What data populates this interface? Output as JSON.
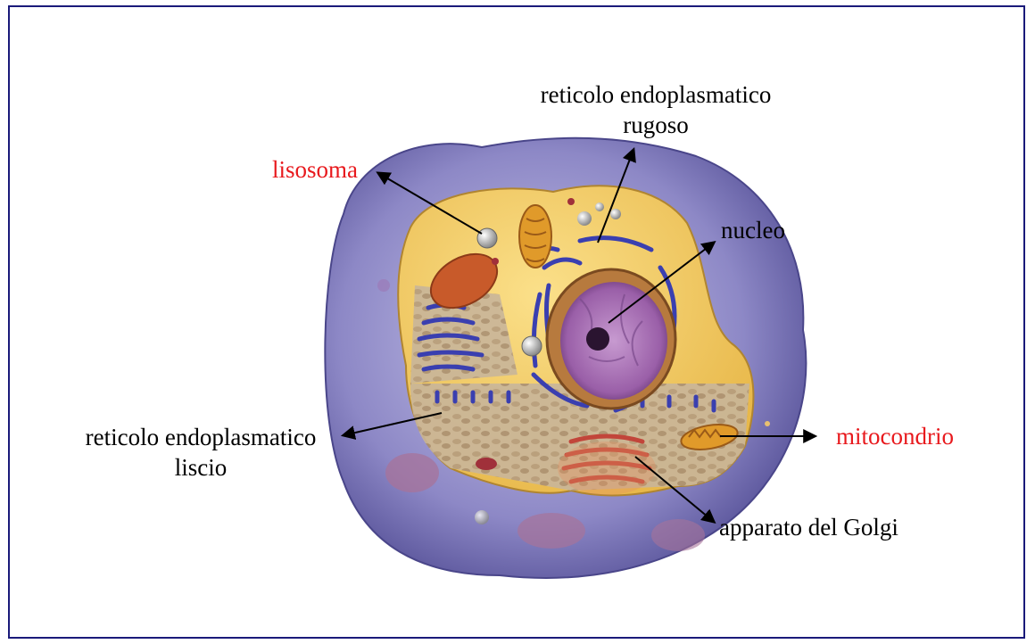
{
  "labels": {
    "rer": "reticolo endoplasmatico\nrugoso",
    "lysosome": "lisosoma",
    "nucleus": "nucleo",
    "ser": "reticolo endoplasmatico\nliscio",
    "mitochondrion": "mitocondrio",
    "golgi": "apparato del Golgi"
  },
  "colors": {
    "highlight": "#e8191d",
    "text": "#000000",
    "border": "#1a1a7a",
    "arrow": "#000000"
  }
}
